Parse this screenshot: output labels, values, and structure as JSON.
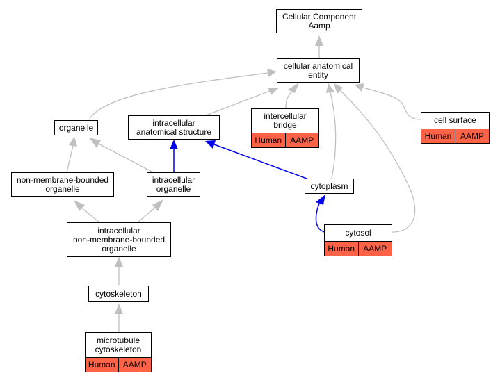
{
  "colors": {
    "is_a_edge": "#c0c0c0",
    "part_of_edge": "#0000ee",
    "annotation_fill": "#ff6347"
  },
  "nodes": {
    "root": {
      "label": "Cellular Component\nAamp"
    },
    "cae": {
      "label": "cellular anatomical\nentity"
    },
    "organelle": {
      "label": "organelle"
    },
    "ias": {
      "label": "intracellular\nanatomical structure"
    },
    "bridge": {
      "label": "intercellular\nbridge",
      "ann": [
        "Human",
        "AAMP"
      ]
    },
    "surface": {
      "label": "cell surface",
      "ann": [
        "Human",
        "AAMP"
      ]
    },
    "nmbo": {
      "label": "non-membrane-bounded\norganelle"
    },
    "io": {
      "label": "intracellular\norganelle"
    },
    "cytoplasm": {
      "label": "cytoplasm"
    },
    "inmbo": {
      "label": "intracellular\nnon-membrane-bounded\norganelle"
    },
    "cytosol": {
      "label": "cytosol",
      "ann": [
        "Human",
        "AAMP"
      ]
    },
    "cytoskeleton": {
      "label": "cytoskeleton"
    },
    "mtc": {
      "label": "microtubule\ncytoskeleton",
      "ann": [
        "Human",
        "AAMP"
      ]
    }
  }
}
